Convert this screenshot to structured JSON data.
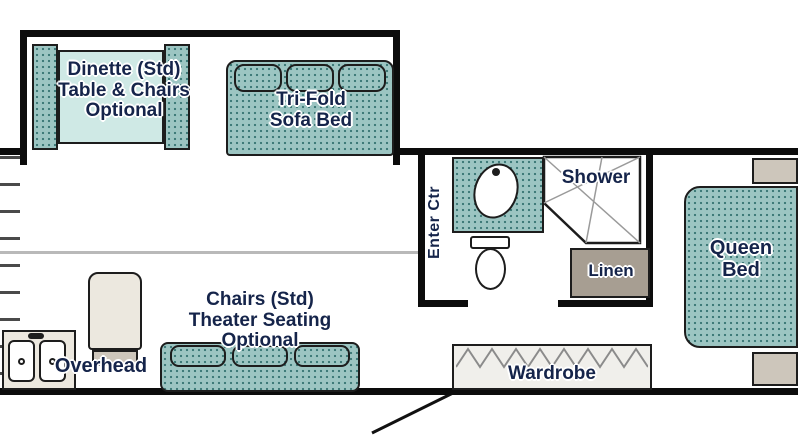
{
  "title": "Travel Trailer Floor Plan",
  "colors": {
    "upholstery_teal": "#9CC5C2",
    "upholstery_dot": "#3F7B79",
    "table_teal": "#CFE9E5",
    "label_navy": "#15244A",
    "wall_black": "#0C0C0C",
    "cabinet_gray": "#A79E92"
  },
  "slideout": {
    "dinette": {
      "line1": "Dinette (Std)",
      "line2": "Table & Chairs",
      "line3": "Optional"
    },
    "sofa": {
      "line1": "Tri-Fold",
      "line2": "Sofa Bed"
    }
  },
  "bath": {
    "enter": "Enter Ctr",
    "shower": "Shower",
    "linen": "Linen"
  },
  "bedroom": {
    "bed_line1": "Queen",
    "bed_line2": "Bed"
  },
  "kitchen": {
    "overhead": "Overhead"
  },
  "living": {
    "line1": "Chairs (Std)",
    "line2": "Theater Seating",
    "line3": "Optional"
  },
  "wardrobe": {
    "label": "Wardrobe"
  }
}
